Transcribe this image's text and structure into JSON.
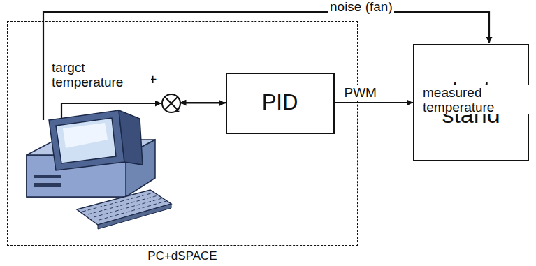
{
  "diagram": {
    "nodes": [
      {
        "text": [
          "PC+dSPACE"
        ]
      },
      {
        "text": [
          "+",
          "-"
        ],
        "in": 0
      },
      {
        "text": [
          "PID"
        ],
        "in": 0
      },
      {
        "text": [
          "test stand"
        ]
      }
    ],
    "edges": [
      {
        "from": 1,
        "to": 2,
        "arrow": "to"
      },
      {
        "from": 2,
        "to": 3,
        "label": "PWM",
        "arrow": "to"
      },
      {
        "from": 3,
        "to": 1,
        "label": "measured temperature",
        "arrow": "to"
      }
    ],
    "labels": [
      "noise (fan)",
      "targct temperature"
    ]
  }
}
